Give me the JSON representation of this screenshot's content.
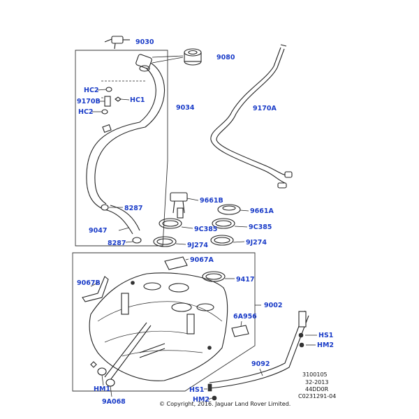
{
  "labels": {
    "l9030": "9030",
    "l9080": "9080",
    "lHC2a": "HC2",
    "lHC1": "HC1",
    "l9170B": "9170B",
    "lHC2b": "HC2",
    "l9034": "9034",
    "l9170A": "9170A",
    "l9661B": "9661B",
    "l9661A": "9661A",
    "l8287a": "8287",
    "l9C385a": "9C385",
    "l9C385b": "9C385",
    "l9047": "9047",
    "l8287b": "8287",
    "l9J274a": "9J274",
    "l9J274b": "9J274",
    "l9067A": "9067A",
    "l9067B": "9067B",
    "l9417": "9417",
    "l9002": "9002",
    "l6A956": "6A956",
    "lHS1a": "HS1",
    "lHM2a": "HM2",
    "l9092": "9092",
    "lHM1": "HM1",
    "l9A068": "9A068",
    "lHS1b": "HS1",
    "lHM2b": "HM2"
  },
  "reference": {
    "code": "3100105",
    "date": "32-2013",
    "model": "44DD0R",
    "catalog": "C0231291-04"
  },
  "copyright": "© Copyright, 2016. Jaguar Land Rover Limited.",
  "colors": {
    "callout": "#1a3cc8",
    "line": "#222222"
  }
}
